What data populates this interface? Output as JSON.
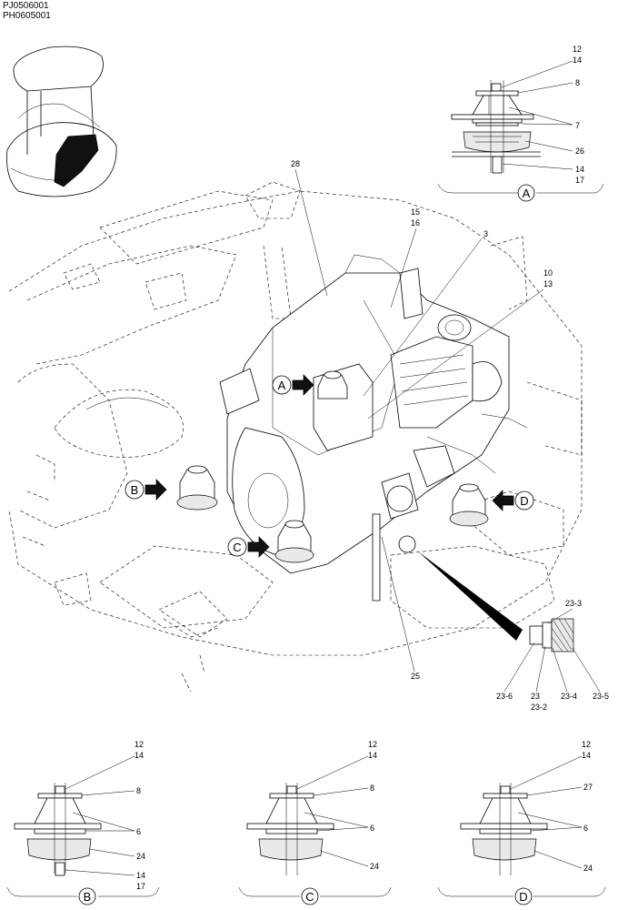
{
  "header": {
    "code1": "PJ0506001",
    "code2": "PH0605001"
  },
  "callouts": {
    "c28": "28",
    "c15": "15",
    "c16": "16",
    "c3": "3",
    "c10": "10",
    "c13": "13",
    "c25": "25"
  },
  "view_markers": {
    "A": "A",
    "B": "B",
    "C": "C",
    "D": "D"
  },
  "detail_plug": {
    "l23_3": "23-3",
    "l23_6": "23-6",
    "l23": "23",
    "l23_2": "23-2",
    "l23_4": "23-4",
    "l23_5": "23-5"
  },
  "detail_A": {
    "title": "A",
    "labels": {
      "t12": "12",
      "t14": "14",
      "t8": "8",
      "t7": "7",
      "t26": "26",
      "b14": "14",
      "b17": "17"
    }
  },
  "detail_B": {
    "title": "B",
    "labels": {
      "t12": "12",
      "t14": "14",
      "t8": "8",
      "t6": "6",
      "t24": "24",
      "b14": "14",
      "b17": "17"
    }
  },
  "detail_C": {
    "title": "C",
    "labels": {
      "t12": "12",
      "t14": "14",
      "t8": "8",
      "t6": "6",
      "t24": "24"
    }
  },
  "detail_D": {
    "title": "D",
    "labels": {
      "t12": "12",
      "t14": "14",
      "t27": "27",
      "t6": "6",
      "t24": "24"
    }
  }
}
